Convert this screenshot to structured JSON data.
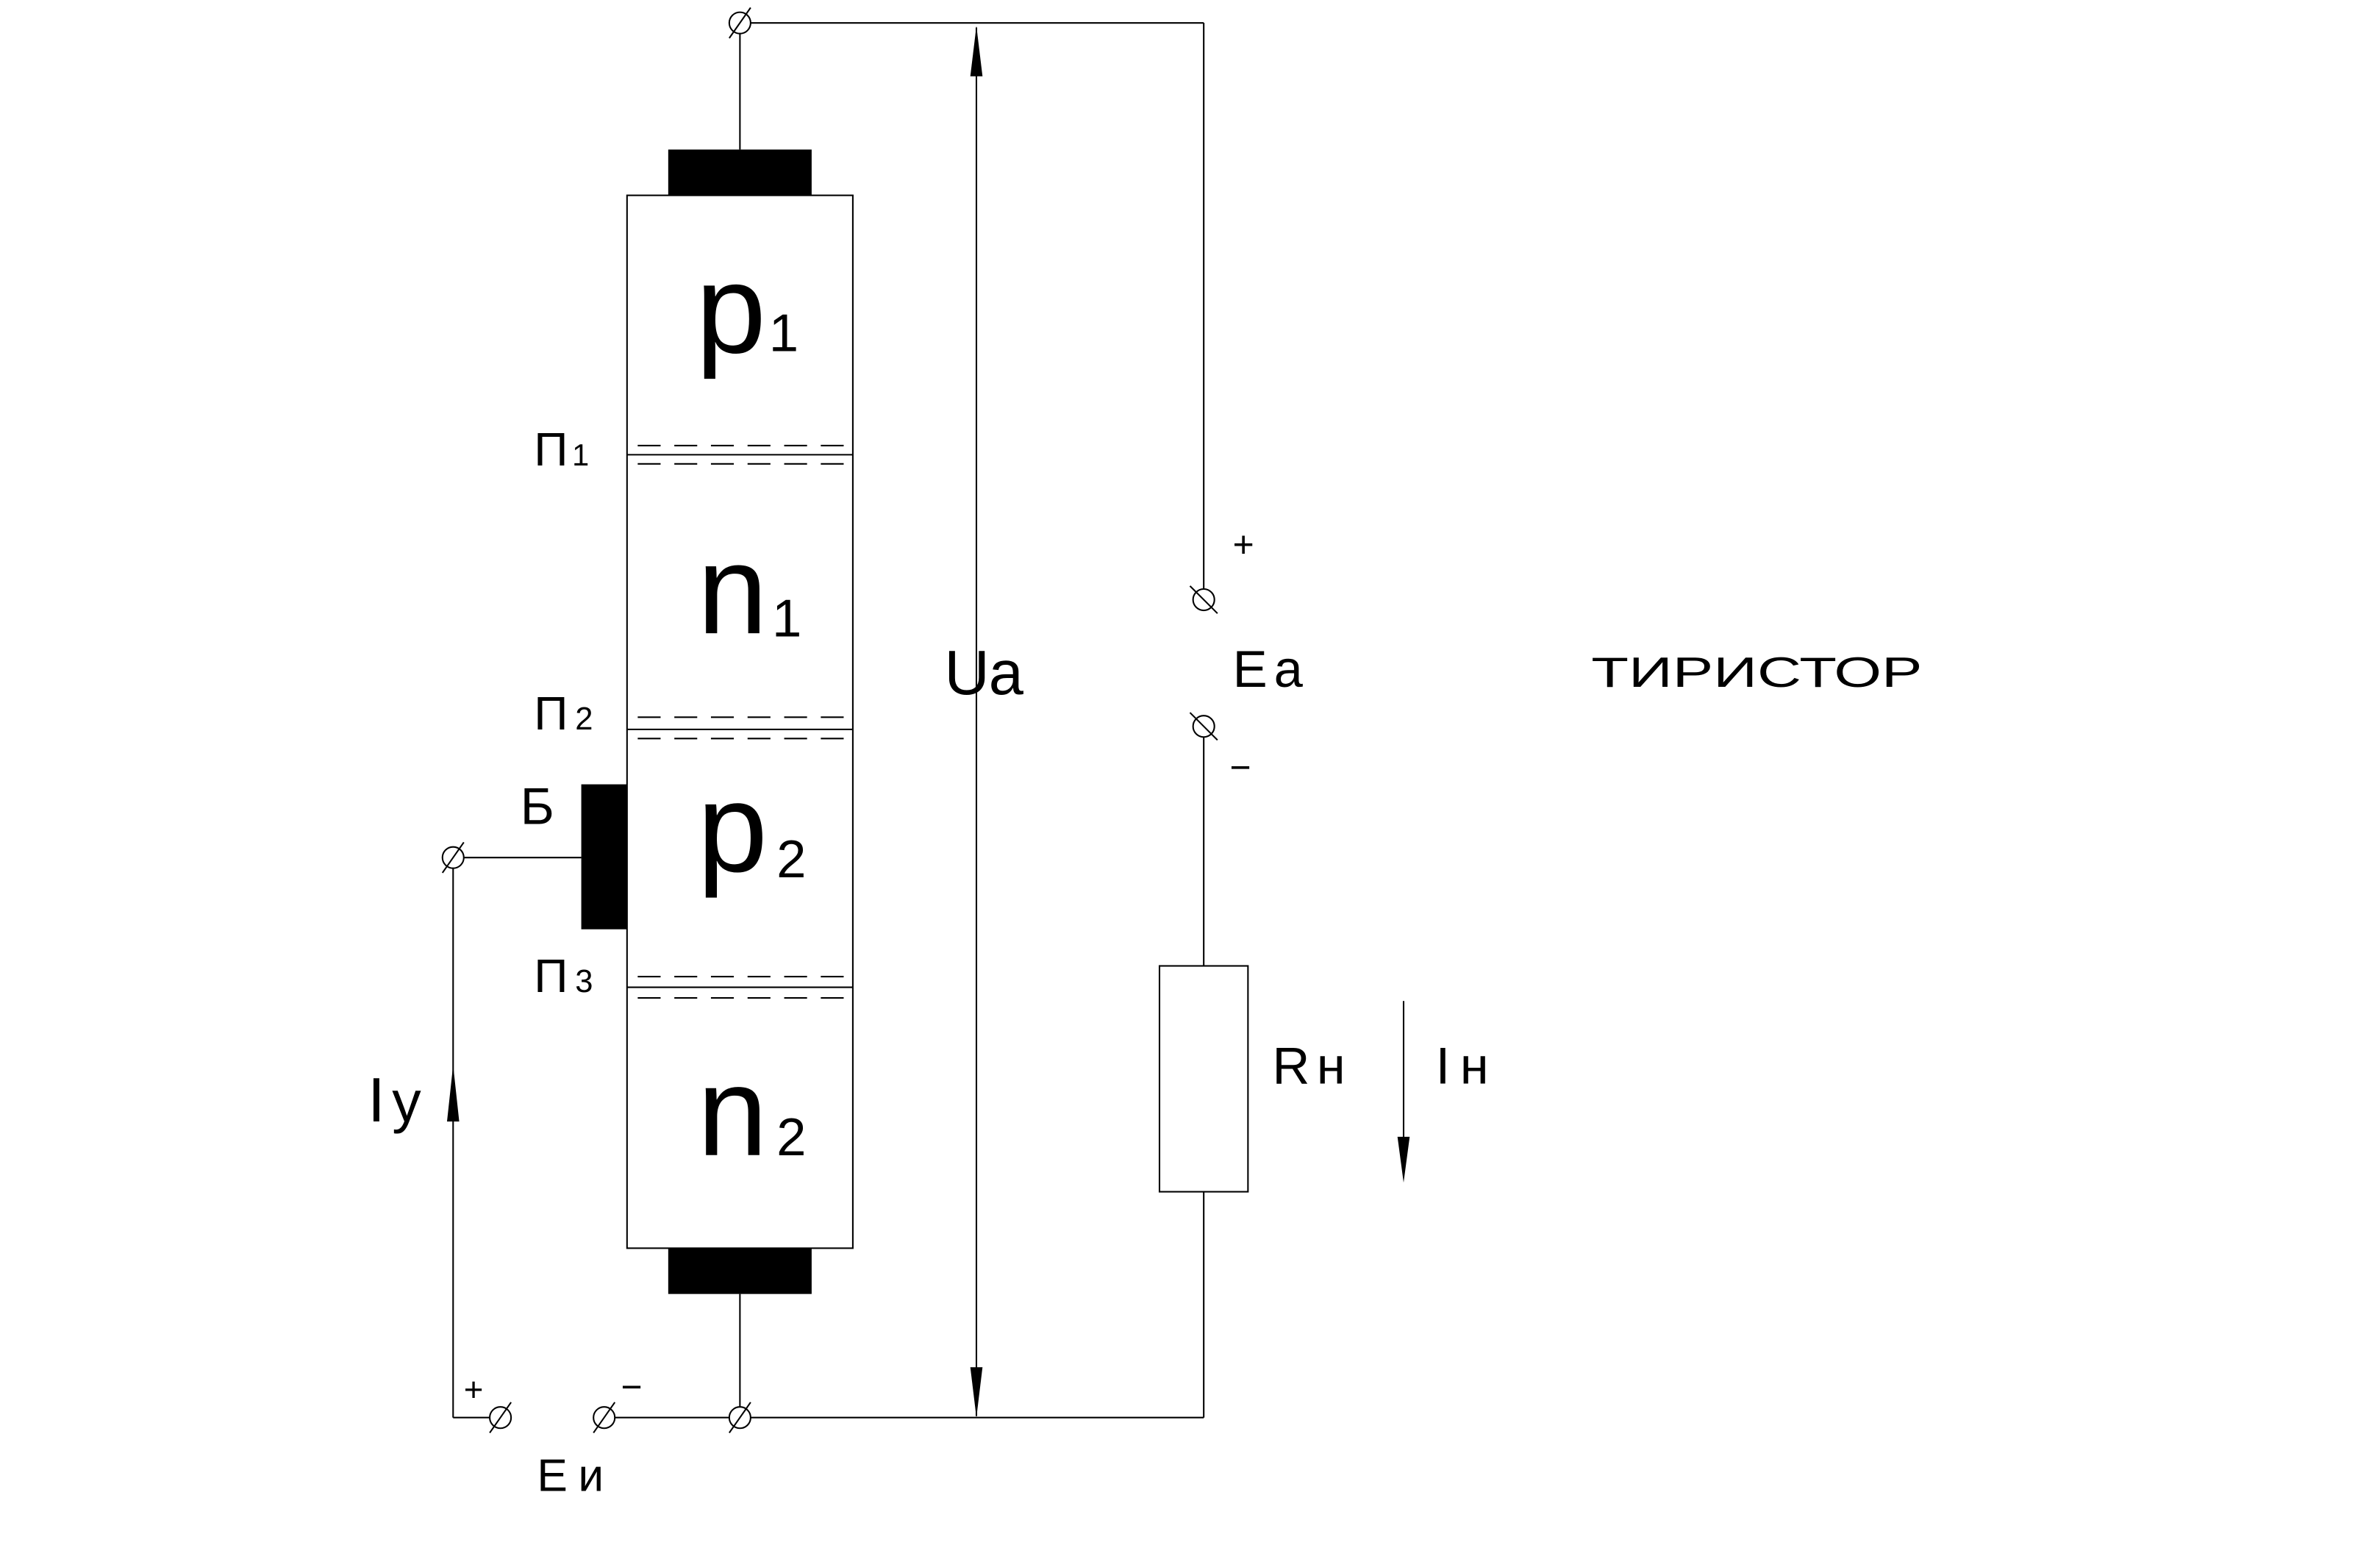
{
  "caption": "ТИРИСТОР",
  "regions": [
    {
      "letter": "p",
      "index": "1"
    },
    {
      "letter": "n",
      "index": "1"
    },
    {
      "letter": "p",
      "index": "2"
    },
    {
      "letter": "n",
      "index": "2"
    }
  ],
  "junctions": [
    {
      "letter": "П",
      "index": "1"
    },
    {
      "letter": "П",
      "index": "2"
    },
    {
      "letter": "П",
      "index": "3"
    }
  ],
  "gate_label": "Б",
  "anode_voltage": {
    "symbol": "U",
    "index": "a"
  },
  "anode_source": {
    "symbol": "E",
    "index": "a",
    "plus": "+",
    "minus": "−"
  },
  "load_resistor": {
    "symbol": "R",
    "index": "н"
  },
  "load_current": {
    "symbol": "I",
    "index": "н"
  },
  "control_current": {
    "symbol": "I",
    "index": "у"
  },
  "control_source": {
    "symbol": "E",
    "index": "и",
    "plus": "+",
    "minus": "−"
  }
}
